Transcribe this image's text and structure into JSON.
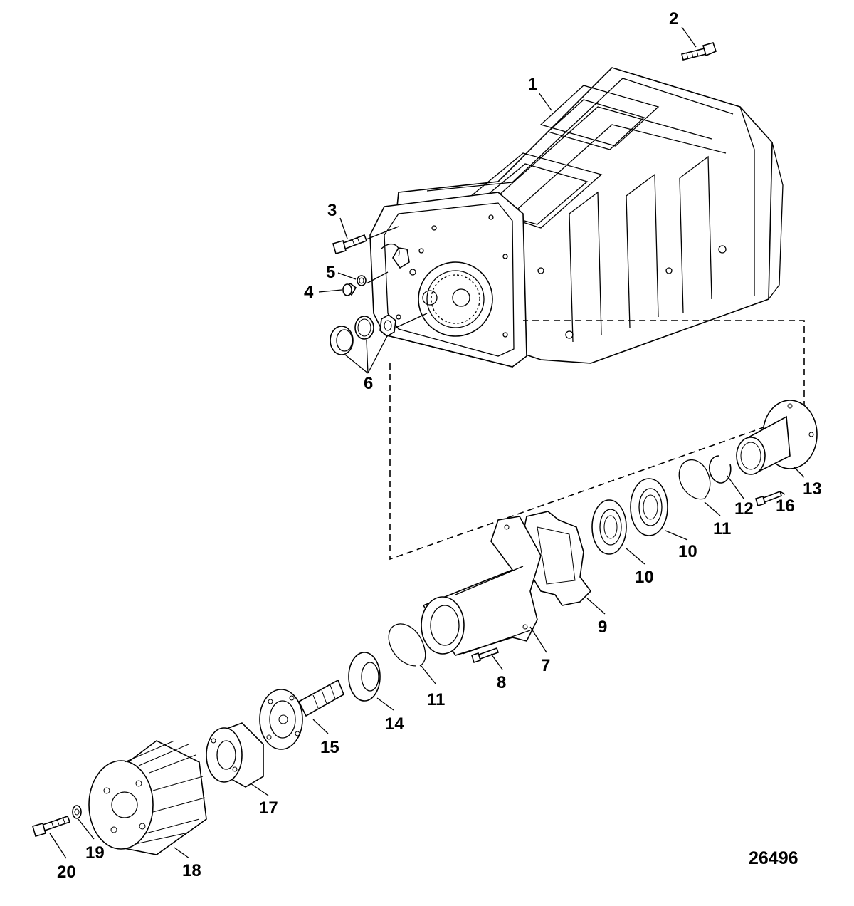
{
  "figure_id": "26496",
  "callouts": [
    {
      "id": "c1",
      "text": "1"
    },
    {
      "id": "c2",
      "text": "2"
    },
    {
      "id": "c3",
      "text": "3"
    },
    {
      "id": "c4",
      "text": "4"
    },
    {
      "id": "c5",
      "text": "5"
    },
    {
      "id": "c6",
      "text": "6"
    },
    {
      "id": "c7",
      "text": "7"
    },
    {
      "id": "c8",
      "text": "8"
    },
    {
      "id": "c9",
      "text": "9"
    },
    {
      "id": "c10a",
      "text": "10"
    },
    {
      "id": "c10b",
      "text": "10"
    },
    {
      "id": "c11a",
      "text": "11"
    },
    {
      "id": "c11b",
      "text": "11"
    },
    {
      "id": "c12",
      "text": "12"
    },
    {
      "id": "c13",
      "text": "13"
    },
    {
      "id": "c14",
      "text": "14"
    },
    {
      "id": "c15",
      "text": "15"
    },
    {
      "id": "c16",
      "text": "16"
    },
    {
      "id": "c17",
      "text": "17"
    },
    {
      "id": "c18",
      "text": "18"
    },
    {
      "id": "c19",
      "text": "19"
    },
    {
      "id": "c20",
      "text": "20"
    }
  ]
}
